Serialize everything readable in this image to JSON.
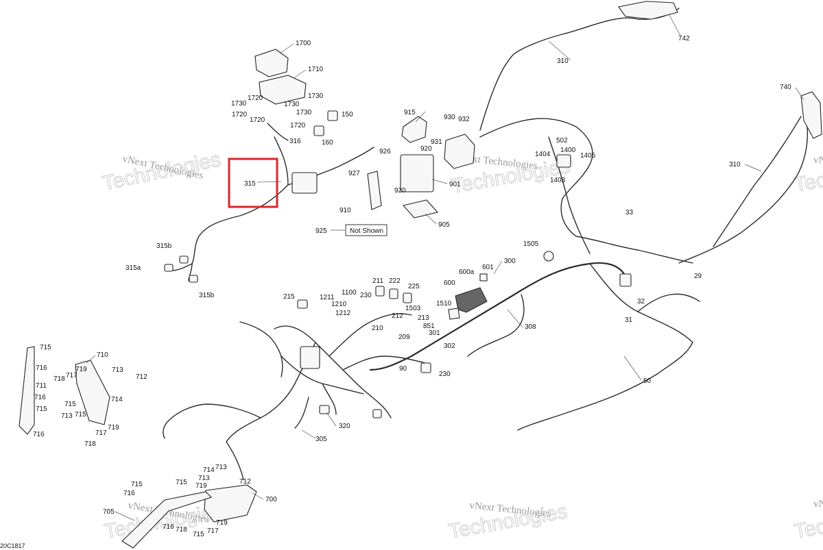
{
  "figure_id": "20C1817",
  "highlight_label": "315",
  "note": {
    "ref": "925",
    "text": "Not Shown"
  },
  "watermark": {
    "line1": "vNext Technologies",
    "line2": "Technologies"
  },
  "callouts": [
    "1700",
    "1710",
    "1720",
    "1720",
    "1720",
    "1720",
    "1730",
    "1730",
    "1730",
    "1730",
    "150",
    "160",
    "316",
    "315",
    "315a",
    "315b",
    "315b",
    "915",
    "930",
    "932",
    "931",
    "920",
    "926",
    "927",
    "920",
    "910",
    "901",
    "905",
    "742",
    "310",
    "740",
    "310",
    "502",
    "1404",
    "1400",
    "1405",
    "1403",
    "33",
    "1505",
    "300",
    "601",
    "600a",
    "600",
    "29",
    "32",
    "31",
    "211",
    "222",
    "225",
    "215",
    "1211",
    "1210",
    "1212",
    "1100",
    "230",
    "1503",
    "212",
    "213",
    "851",
    "210",
    "209",
    "301",
    "1510",
    "308",
    "302",
    "90",
    "230",
    "50",
    "320",
    "305",
    "715",
    "716",
    "711",
    "716",
    "715",
    "710",
    "719",
    "717",
    "718",
    "713",
    "712",
    "715",
    "714",
    "713",
    "715",
    "717",
    "719",
    "718",
    "716",
    "715",
    "715",
    "713",
    "714",
    "713",
    "712",
    "716",
    "719",
    "700",
    "705",
    "718",
    "716",
    "715",
    "717",
    "719"
  ]
}
